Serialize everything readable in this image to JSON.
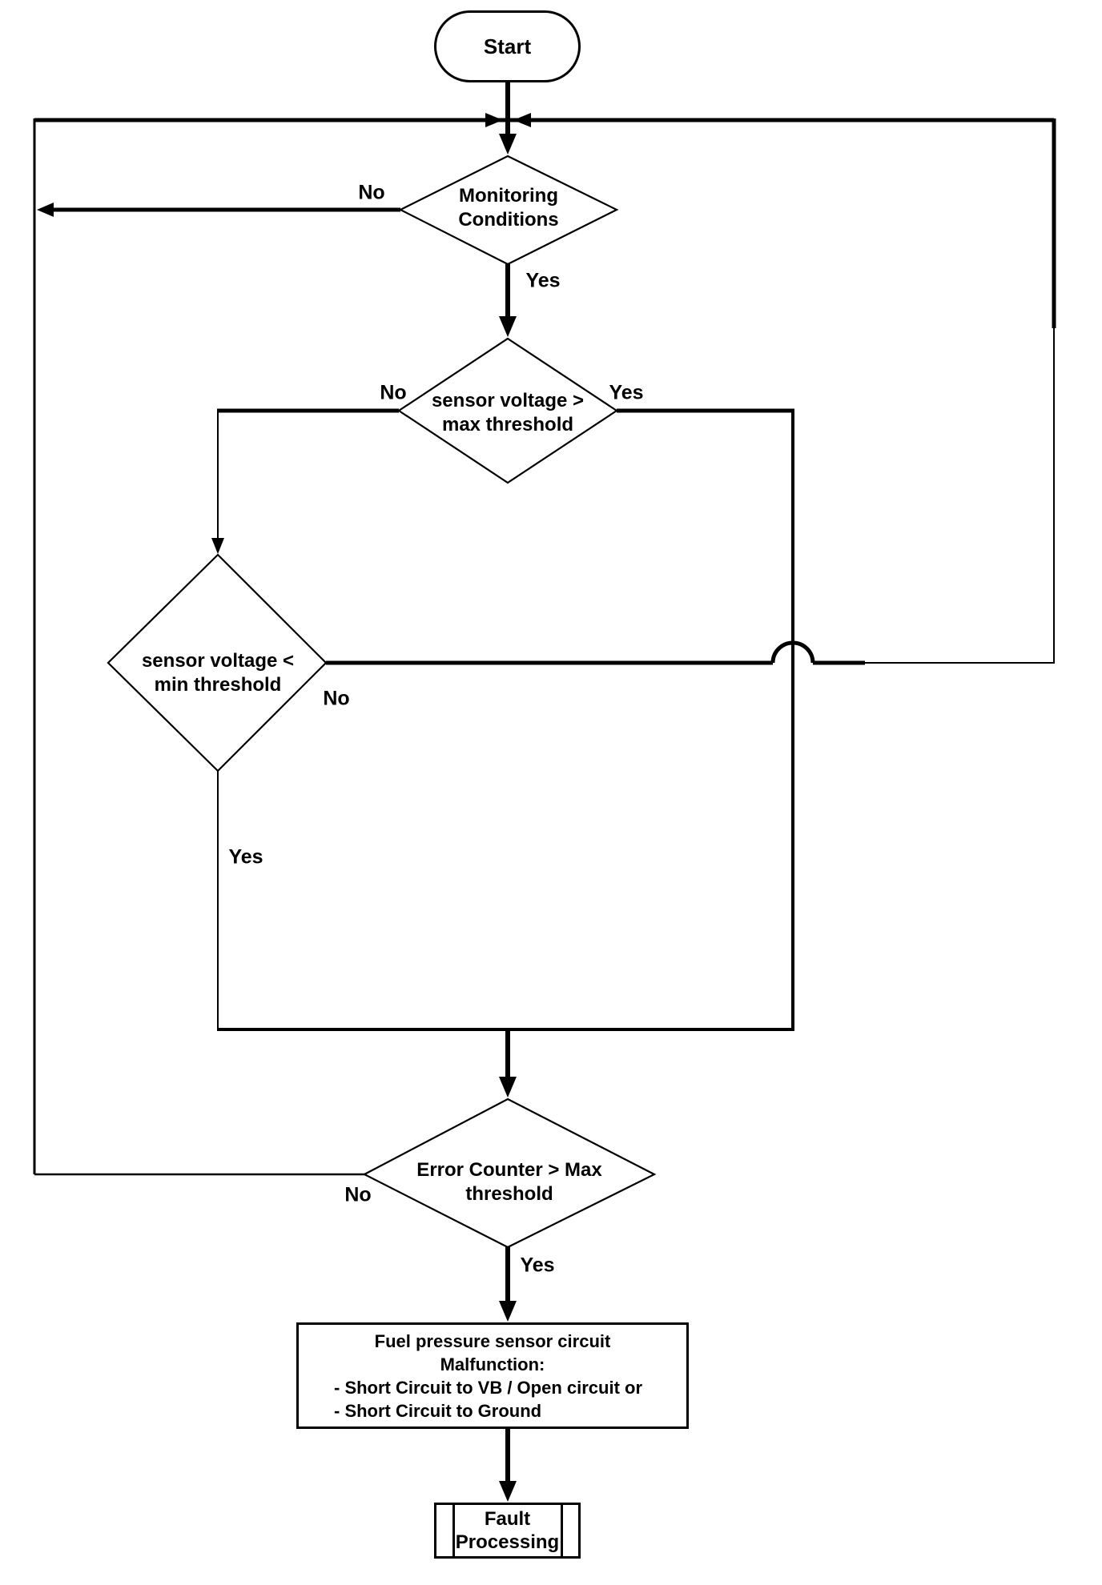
{
  "diagram": {
    "type": "flowchart",
    "background": "#ffffff",
    "line_color": "#000000",
    "nodes": {
      "start": {
        "shape": "terminator",
        "label": "Start"
      },
      "monitoring": {
        "shape": "decision",
        "line1": "Monitoring",
        "line2": "Conditions"
      },
      "max_threshold": {
        "shape": "decision",
        "line1": "sensor voltage >",
        "line2": "max threshold"
      },
      "min_threshold": {
        "shape": "decision",
        "line1": "sensor voltage <",
        "line2": "min threshold"
      },
      "error_counter": {
        "shape": "decision",
        "line1": "Error Counter > Max",
        "line2": "threshold"
      },
      "malfunction": {
        "shape": "process",
        "line1": "Fuel pressure sensor circuit",
        "line2": "Malfunction:",
        "line3": "- Short Circuit to VB / Open circuit or",
        "line4": "- Short Circuit to Ground"
      },
      "fault_processing": {
        "shape": "predefined-process",
        "line1": "Fault",
        "line2": "Processing"
      }
    },
    "edge_labels": {
      "monitoring_no": "No",
      "monitoring_yes": "Yes",
      "max_no": "No",
      "max_yes": "Yes",
      "min_no": "No",
      "min_yes": "Yes",
      "error_no": "No",
      "error_yes": "Yes"
    },
    "edges": [
      {
        "from": "start",
        "to": "monitoring",
        "label": ""
      },
      {
        "from": "monitoring",
        "to": "monitoring",
        "label": "No",
        "note": "loops back via left rail to junction above monitoring"
      },
      {
        "from": "monitoring",
        "to": "max_threshold",
        "label": "Yes"
      },
      {
        "from": "max_threshold",
        "to": "min_threshold",
        "label": "No"
      },
      {
        "from": "max_threshold",
        "to": "error_counter",
        "label": "Yes"
      },
      {
        "from": "min_threshold",
        "to": "monitoring",
        "label": "No",
        "note": "loops back via right rail to junction above monitoring, hops over max-yes line"
      },
      {
        "from": "min_threshold",
        "to": "error_counter",
        "label": "Yes"
      },
      {
        "from": "error_counter",
        "to": "monitoring",
        "label": "No",
        "note": "loops back via left rail to junction above monitoring"
      },
      {
        "from": "error_counter",
        "to": "malfunction",
        "label": "Yes"
      },
      {
        "from": "malfunction",
        "to": "fault_processing",
        "label": ""
      }
    ]
  }
}
